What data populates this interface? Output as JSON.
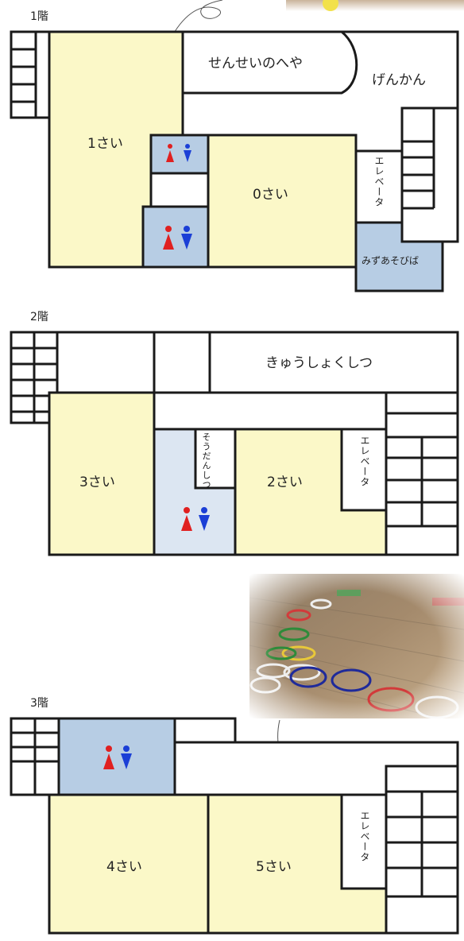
{
  "colors": {
    "classroom": "#fbf8c8",
    "toilet": "#b7cde4",
    "toilet_light": "#dce6f2",
    "wall": "#1a1a1a",
    "female": "#e02020",
    "male": "#1b3fd6"
  },
  "floor1": {
    "label": "1階",
    "teachers_room": "せんせいのへや",
    "entrance": "げんかん",
    "room_1": "1さい",
    "room_0": "0さい",
    "elevator": "エレベータ",
    "water_play": "みずあそびば"
  },
  "floor2": {
    "label": "2階",
    "kitchen": "きゅうしょくしつ",
    "room_3": "3さい",
    "room_2": "2さい",
    "consult_room": "そうだんしつ",
    "elevator": "エレベータ"
  },
  "floor3": {
    "label": "3階",
    "room_4": "4さい",
    "room_5": "5さい",
    "elevator": "エレベータ"
  },
  "icons": [
    "toilet-icon",
    "stairs-icon",
    "gym-floor-photo"
  ]
}
